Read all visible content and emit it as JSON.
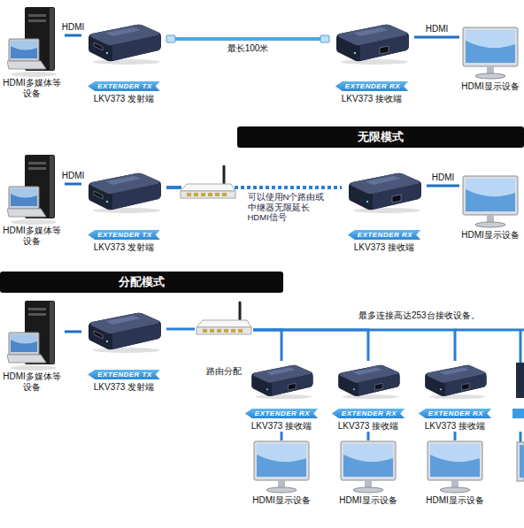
{
  "diagram": {
    "nodes": [
      {
        "text": [
          "HDMI多媒体等 设备"
        ]
      },
      {
        "text": [
          "EXTENDER TX",
          "LKV373 发射端"
        ]
      },
      {
        "text": [
          "EXTENDER RX",
          "LKV373 接收端"
        ]
      },
      {
        "text": [
          "HDMI显示设备"
        ]
      },
      {
        "text": [
          "无限模式"
        ]
      },
      {
        "text": [
          "HDMI多媒体等 设备"
        ]
      },
      {
        "text": [
          "EXTENDER TX",
          "LKV373 发射端"
        ]
      },
      {
        "text": [
          "EXTENDER RX",
          "LKV373 接收端"
        ]
      },
      {
        "text": [
          "HDMI显示设备"
        ]
      },
      {
        "text": [
          "分配模式"
        ]
      },
      {
        "text": [
          "HDMI多媒体等 设备"
        ]
      },
      {
        "text": [
          "EXTENDER TX",
          "LKV373 发射端"
        ]
      },
      {
        "text": [
          "路由分配"
        ]
      },
      {
        "text": [
          "EXTENDER RX",
          "LKV373 接收端"
        ]
      },
      {
        "text": [
          "EXTENDER RX",
          "LKV373 接收端"
        ]
      },
      {
        "text": [
          "EXTENDER RX",
          "LKV373 接收端"
        ]
      },
      {
        "text": [
          "HDMI显示设备"
        ]
      },
      {
        "text": [
          "HDMI显示设备"
        ]
      },
      {
        "text": [
          "HDMI显示设备"
        ]
      }
    ],
    "edges": [
      {
        "from": 0,
        "to": 1,
        "label": "HDMI",
        "arrow": "none"
      },
      {
        "from": 1,
        "to": 2,
        "label": "最长100米",
        "arrow": "none"
      },
      {
        "from": 2,
        "to": 3,
        "label": "HDMI",
        "arrow": "none"
      },
      {
        "from": 5,
        "to": 6,
        "label": "HDMI",
        "arrow": "none"
      },
      {
        "from": 6,
        "to": 7,
        "label": "可以使用N个路由或中继器无限延长HDMI信号",
        "arrow": "none"
      },
      {
        "from": 7,
        "to": 8,
        "label": "HDMI",
        "arrow": "none"
      },
      {
        "from": 10,
        "to": 11,
        "arrow": "none"
      },
      {
        "from": 11,
        "to": 12,
        "arrow": "none"
      },
      {
        "from": 12,
        "to": 13,
        "arrow": "none"
      },
      {
        "from": 12,
        "to": 14,
        "arrow": "none"
      },
      {
        "from": 12,
        "to": 15,
        "arrow": "none"
      },
      {
        "from": 13,
        "to": 16,
        "arrow": "none"
      },
      {
        "from": 14,
        "to": 17,
        "arrow": "none"
      },
      {
        "from": 15,
        "to": 18,
        "arrow": "none"
      }
    ],
    "labels": [
      "最多连接高达253台接收设备。"
    ]
  }
}
